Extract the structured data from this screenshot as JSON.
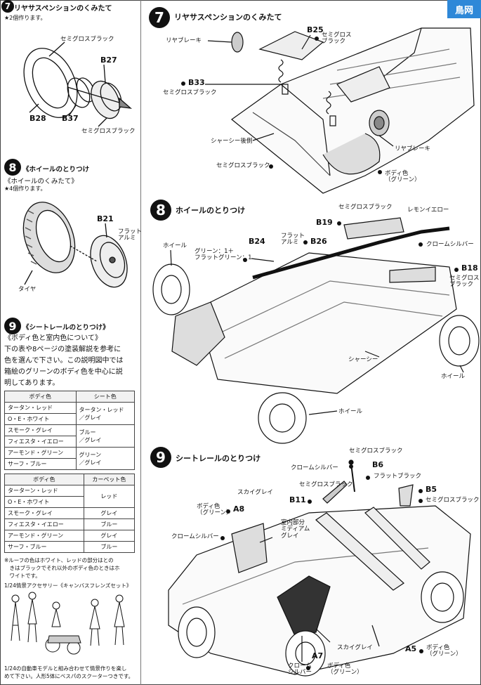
{
  "watermark": "鳥网",
  "left_column": {
    "top": {
      "title": "リヤサスペンションのくみたて",
      "note": "★2個作ります。",
      "labels": {
        "semigloss_black_1": "セミグロスブラック",
        "b27": "B27",
        "b28": "B28",
        "b37": "B37",
        "semigloss_black_2": "セミグロスブラック"
      }
    },
    "step8": {
      "number": "8",
      "title": "《ホイールのとりつけ",
      "subtitle": "《ホイールのくみたて》",
      "note": "★4個作ります。",
      "labels": {
        "b21": "B21",
        "flat_aluminum": "フラット\nアルミ",
        "tire": "タイヤ"
      }
    },
    "step9": {
      "number": "9",
      "title": "《シートレールのとりつけ》",
      "body": "《ボディ色と室内色について》\n下の表や8ページの塗装解説を参考に\n色を選んで下さい。この説明図中では\n箱絵のグリーンのボディ色を中心に説\n明してあります。",
      "table1": {
        "headers": [
          "ボディ色",
          "シート色"
        ],
        "rows": [
          [
            "タータン・レッド",
            "タータン・レッド\n／グレイ"
          ],
          [
            "O・E・ホワイト",
            ""
          ],
          [
            "スモーク・グレイ",
            "ブルー\n／グレイ"
          ],
          [
            "フィエスタ・イエロー",
            ""
          ],
          [
            "アーモンド・グリーン",
            "グリーン\n／グレイ"
          ],
          [
            "サーフ・ブルー",
            ""
          ]
        ]
      },
      "table2": {
        "headers": [
          "ボディ色",
          "カーペット色"
        ],
        "rows": [
          [
            "ターターン・レッド",
            "レッド"
          ],
          [
            "O・E・ホワイト",
            ""
          ],
          [
            "スモーク・グレイ",
            "グレイ"
          ],
          [
            "フィエスタ・イエロー",
            "ブルー"
          ],
          [
            "アーモンド・グリーン",
            "グレイ"
          ],
          [
            "サーフ・ブルー",
            "ブルー"
          ]
        ]
      },
      "footnote": "※ルーフの色はホワイト、レッドの部分はとの\n　きはブラックでそれ以外のボディ色のときはホ\n　ワイトです。"
    },
    "accessory": {
      "title": "1/24情景アクセサリー《キャンバスフレンズセット》",
      "text": "1/24の自動車モデルと組み合わせて情景作りを楽し\nめて下さい。人形5体にベスパのスクーターつきです。"
    }
  },
  "right_column": {
    "step7": {
      "number": "7",
      "title": "リヤサスペンションのくみたて",
      "labels": {
        "rear_brake_1": "リヤブレーキ",
        "b25": "B25",
        "semigloss_black_a": "セミグロス\nブラック",
        "b33": "B33",
        "semigloss_black_b": "セミグロスブラック",
        "chassis_rear": "シャーシー後側",
        "semigloss_black_c": "セミグロスブラック",
        "rear_brake_2": "リヤブレーキ",
        "body_color": "ボディ色\n（グリーン）"
      }
    },
    "step8": {
      "number": "8",
      "title": "ホイールのとりつけ",
      "labels": {
        "semigloss_black": "セミグロスブラック",
        "lemon_yellow": "レモンイエロー",
        "b19": "B19",
        "chrome_silver": "クロームシルバー",
        "wheel_1": "ホイール",
        "green_mix": "グリーン：1＋\nフラットグリーン：1",
        "b24": "B24",
        "flat_aluminum": "フラット\nアルミ",
        "b26": "B26",
        "b18": "B18",
        "semigloss_black_2": "セミグロス\nブラック",
        "chassis": "シャーシー",
        "wheel_2": "ホイール",
        "wheel_3": "ホイール"
      }
    },
    "step9": {
      "number": "9",
      "title": "シートレールのとりつけ",
      "labels": {
        "semigloss_black_1": "セミグロスブラック",
        "chrome_silver_1": "クロームシルバー",
        "b6": "B6",
        "flat_black": "フラットブラック",
        "semigloss_black_2": "セミグロスブラック",
        "b5": "B5",
        "semigloss_black_3": "セミグロスブラック",
        "sky_gray": "スカイグレイ",
        "body_color_1": "ボディ色\n（グリーン）",
        "a8": "A8",
        "b11": "B11",
        "interior_medium_gray": "室内部分\nミディアム\nグレイ",
        "chrome_silver_2": "クロームシルバー",
        "sky_gray_2": "スカイグレイ",
        "a5": "A5",
        "body_color_2": "ボディ色\n（グリーン）",
        "a7": "A7",
        "chrome_silver_3": "クローム\nシルバー",
        "body_color_3": "ボディ色\n（グリーン）"
      }
    }
  }
}
